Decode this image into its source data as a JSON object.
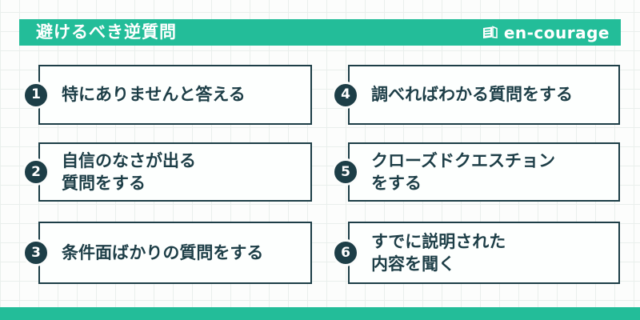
{
  "header": {
    "title": "避けるべき逆質問",
    "logo_text": "en-courage",
    "logo_icon": "book-icon"
  },
  "items": [
    {
      "number": "1",
      "lines": [
        "特にありませんと答える"
      ]
    },
    {
      "number": "2",
      "lines": [
        "自信のなさが出る",
        "質問をする"
      ]
    },
    {
      "number": "3",
      "lines": [
        "条件面ばかりの質問をする"
      ]
    },
    {
      "number": "4",
      "lines": [
        "調べればわかる質問をする"
      ]
    },
    {
      "number": "5",
      "lines": [
        "クローズドクエスチョン",
        "をする"
      ]
    },
    {
      "number": "6",
      "lines": [
        "すでに説明された",
        "内容を聞く"
      ]
    }
  ],
  "colors": {
    "accent_teal": "#23bd99",
    "dark_navy": "#1d3e47",
    "background": "#fcfdfc",
    "grid_line": "#e9efec",
    "card_background": "#fdfffe",
    "text_on_accent": "#ffffff"
  }
}
